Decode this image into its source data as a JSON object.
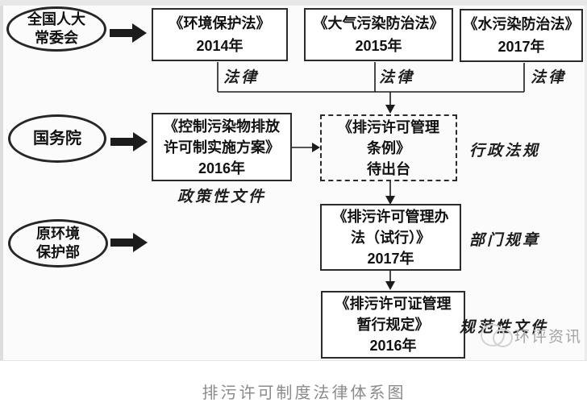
{
  "colors": {
    "ink": "#1c1c1c",
    "box_border": "#2b2b2b",
    "caption_gray": "#8b8b8b",
    "watermark_gray": "#a5a5a5",
    "frame_gray": "#e7e7e7"
  },
  "actors": {
    "npc_standing_committee": {
      "line1": "全国人大",
      "line2": "常委会"
    },
    "state_council": {
      "line1": "国务院"
    },
    "former_mep": {
      "line1": "原环境",
      "line2": "保护部"
    }
  },
  "laws": [
    {
      "title": "《环境保护法》",
      "year": "2014年"
    },
    {
      "title": "《大气污染防治法》",
      "year": "2015年"
    },
    {
      "title": "《水污染防治法》",
      "year": "2017年"
    }
  ],
  "nodes": {
    "policy_plan": {
      "line1": "《控制污染物排放",
      "line2": "许可制实施方案》",
      "line3": "2016年"
    },
    "regulation_pending": {
      "line1": "《排污许可管理",
      "line2": "条例》",
      "line3": "待出台"
    },
    "management_measures": {
      "line1": "《排污许可管理办",
      "line2": "法（试行）》",
      "line3": "2017年"
    },
    "interim_provisions": {
      "line1": "《排污许可证管理",
      "line2": "暂行规定》",
      "line3": "2016年"
    }
  },
  "category_labels": {
    "law": "法律",
    "policy_document": "政策性文件",
    "administrative_regulation": "行政法规",
    "department_rule": "部门规章",
    "normative_document": "规范性文件"
  },
  "watermark": {
    "text": "环评资讯"
  },
  "caption": "排污许可制度法律体系图"
}
